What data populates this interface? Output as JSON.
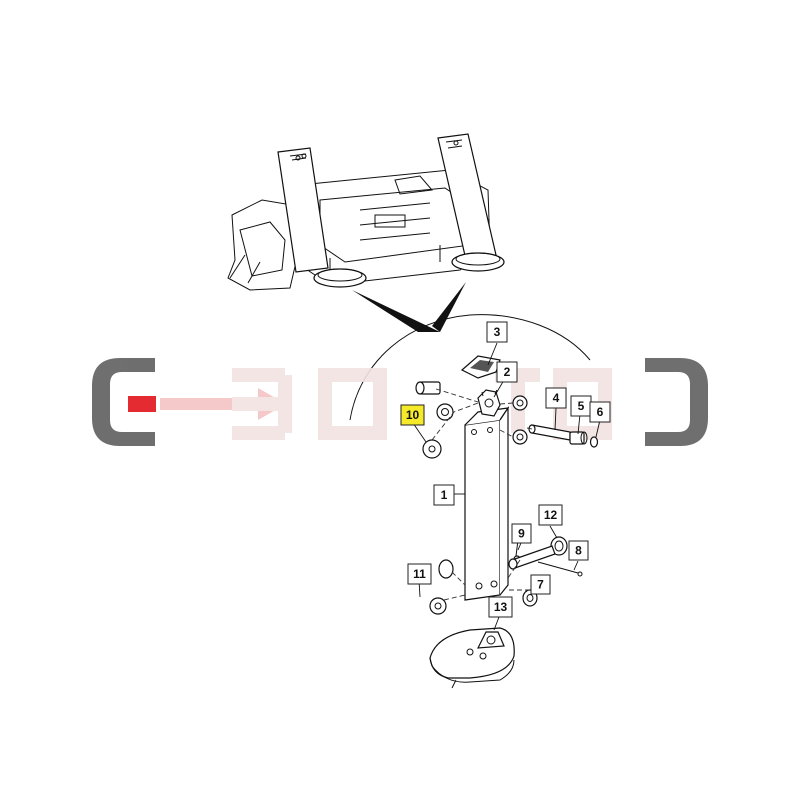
{
  "diagram": {
    "callouts": [
      {
        "id": "1",
        "label": "1"
      },
      {
        "id": "2",
        "label": "2"
      },
      {
        "id": "3",
        "label": "3"
      },
      {
        "id": "4",
        "label": "4"
      },
      {
        "id": "5",
        "label": "5"
      },
      {
        "id": "6",
        "label": "6"
      },
      {
        "id": "7",
        "label": "7"
      },
      {
        "id": "8",
        "label": "8"
      },
      {
        "id": "9",
        "label": "9"
      },
      {
        "id": "10",
        "label": "10",
        "highlighted": true
      },
      {
        "id": "11",
        "label": "11"
      },
      {
        "id": "12",
        "label": "12"
      },
      {
        "id": "13",
        "label": "13"
      }
    ],
    "colors": {
      "highlight": "#f5ea2a",
      "watermark_gray": "#5f5f5f",
      "watermark_red": "#e0151b",
      "watermark_arrow": "#f4c4c4"
    }
  }
}
